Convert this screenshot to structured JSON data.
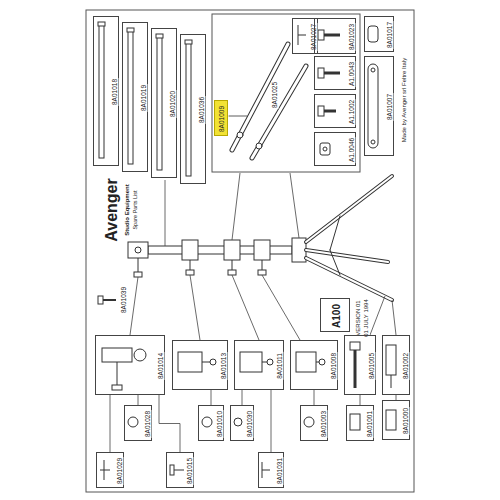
{
  "diagram": {
    "title": "Avenger",
    "nodes": [
      {
        "text": [
          "8A01018"
        ]
      },
      {
        "text": [
          "8A01019"
        ]
      },
      {
        "text": [
          "8A01020"
        ]
      },
      {
        "text": [
          "8A01036"
        ]
      },
      {
        "text": [
          "8A01009"
        ]
      },
      {
        "text": [
          "8A01027"
        ]
      },
      {
        "text": [
          "8A01023"
        ]
      },
      {
        "text": [
          "A1.0043"
        ]
      },
      {
        "text": [
          "A1.1002"
        ]
      },
      {
        "text": [
          "A1.0046"
        ]
      },
      {
        "text": [
          "8A01017"
        ]
      },
      {
        "text": [
          "8A01007"
        ]
      },
      {
        "text": [
          "A100"
        ]
      },
      {
        "text": [
          "8A01014"
        ]
      },
      {
        "text": [
          "8A01013"
        ]
      },
      {
        "text": [
          "8A01011"
        ]
      },
      {
        "text": [
          "8A01008"
        ]
      },
      {
        "text": [
          "8A01005"
        ]
      },
      {
        "text": [
          "8A01002"
        ]
      },
      {
        "text": [
          "8A01028"
        ]
      },
      {
        "text": [
          "8A01010"
        ]
      },
      {
        "text": [
          "8A01030"
        ]
      },
      {
        "text": [
          "8A01003"
        ]
      },
      {
        "text": [
          "8A01001"
        ]
      },
      {
        "text": [
          "8A01000"
        ]
      },
      {
        "text": [
          "8A01029"
        ]
      },
      {
        "text": [
          "8A01015"
        ]
      },
      {
        "text": [
          "8A01031"
        ]
      }
    ],
    "edges": [
      {
        "from": 13,
        "to": 19,
        "arrow": "none"
      },
      {
        "from": 13,
        "to": 25,
        "arrow": "none"
      },
      {
        "from": 13,
        "to": 26,
        "arrow": "none"
      },
      {
        "from": 14,
        "to": 20,
        "arrow": "none"
      },
      {
        "from": 15,
        "to": 21,
        "arrow": "none"
      },
      {
        "from": 15,
        "to": 27,
        "arrow": "none"
      },
      {
        "from": 16,
        "to": 22,
        "arrow": "none"
      },
      {
        "from": 17,
        "to": 23,
        "arrow": "none"
      },
      {
        "from": 18,
        "to": 24,
        "arrow": "none"
      }
    ],
    "labels": [
      "Studio Equipment",
      "Spare Parts List",
      "VERSION 01",
      "01 JULY 1994",
      "Made by Avenger srl Feltre Italy",
      "8A01025",
      "8A01039"
    ]
  }
}
